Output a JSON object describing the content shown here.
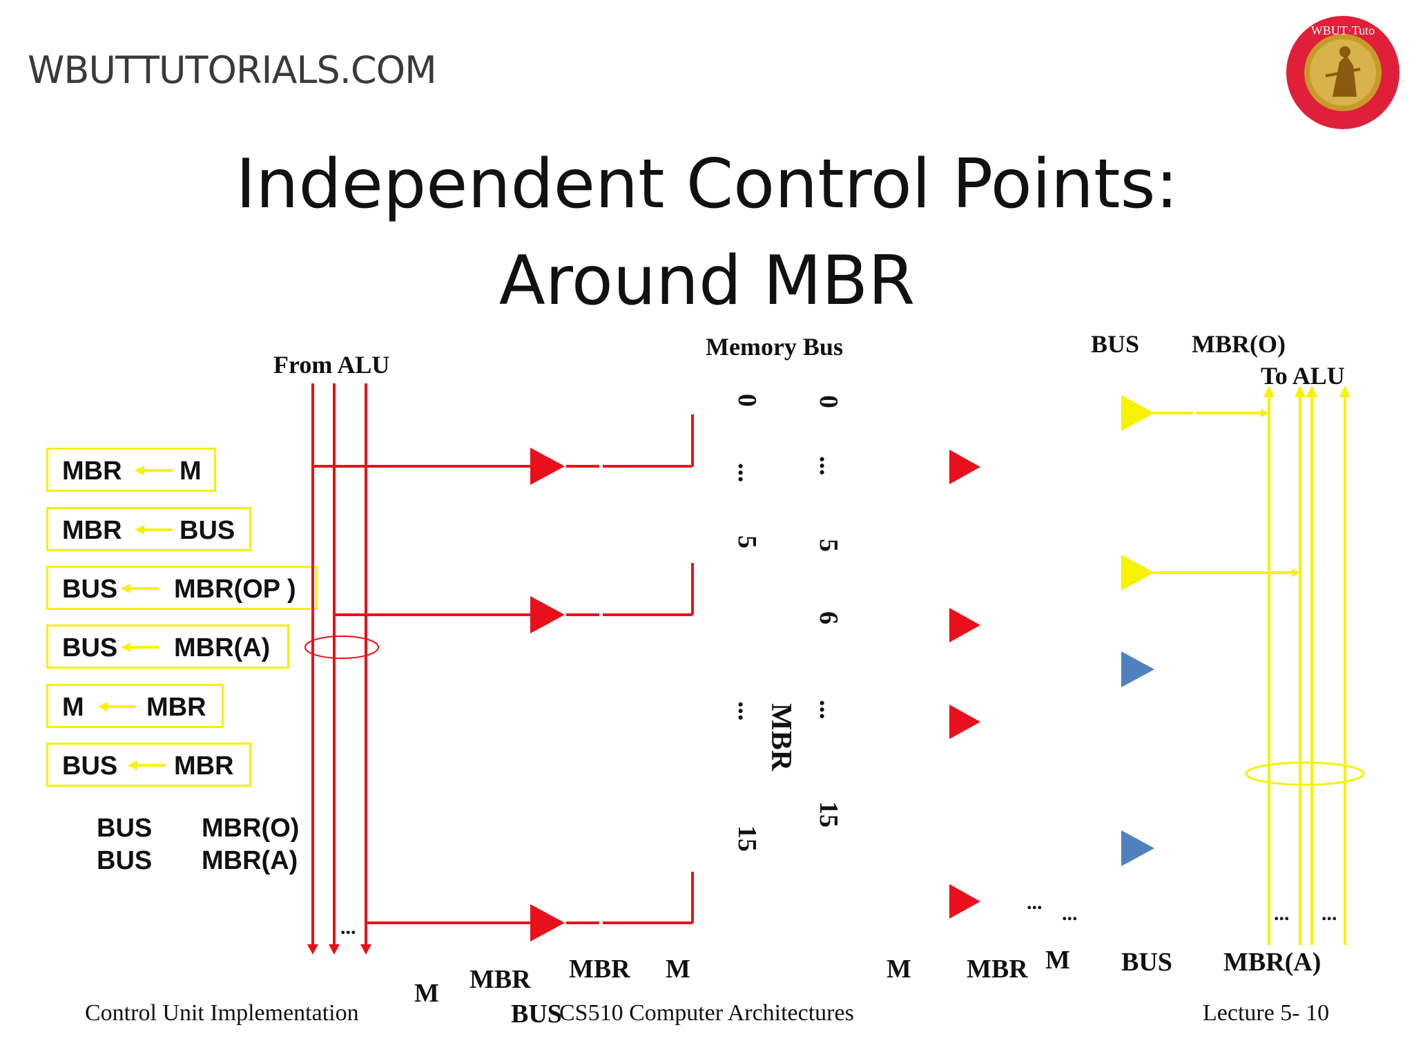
{
  "header": {
    "site": "WBUTTUTORIALS.COM"
  },
  "seal": {
    "letters": "WBUT Tutorials.com"
  },
  "title": {
    "line1": "Independent Control Points:",
    "line2": "Around MBR"
  },
  "boxes": [
    {
      "left": "MBR",
      "right": "M"
    },
    {
      "left": "MBR",
      "right": "BUS"
    },
    {
      "left": "BUS",
      "right": "MBR(OP )"
    },
    {
      "left": "BUS",
      "right": "MBR(A)"
    },
    {
      "left": "M",
      "right": "MBR"
    },
    {
      "left": "BUS",
      "right": "MBR"
    }
  ],
  "extra_pairs": [
    {
      "left": "BUS",
      "right": "MBR(O)"
    },
    {
      "left": "BUS",
      "right": "MBR(A)"
    }
  ],
  "diagram": {
    "from_alu": "From ALU",
    "memory_bus": "Memory Bus",
    "mbr": "MBR",
    "bus_top": "BUS",
    "mbr_o_top": "MBR(O)",
    "to_alu": "To ALU",
    "col_left": [
      "0",
      "...",
      "5",
      "...",
      "15"
    ],
    "col_right": [
      "0",
      "...",
      "5",
      "6",
      "...",
      "15"
    ],
    "ellipsis": "...",
    "bottom": {
      "m1": "M",
      "mbr1": "MBR",
      "bus1": "BUS",
      "mbr2": "MBR",
      "m2": "M",
      "m3": "M",
      "mbr3": "MBR",
      "m4": "M",
      "bus2": "BUS",
      "mbra": "MBR(A)"
    }
  },
  "colors": {
    "red": "#e8101a",
    "yellow": "#f7f200",
    "blue": "#4f81bd"
  },
  "footer": {
    "left": "Control Unit Implementation",
    "center": "CS510 Computer Architectures",
    "right": "Lecture 5- 10"
  }
}
